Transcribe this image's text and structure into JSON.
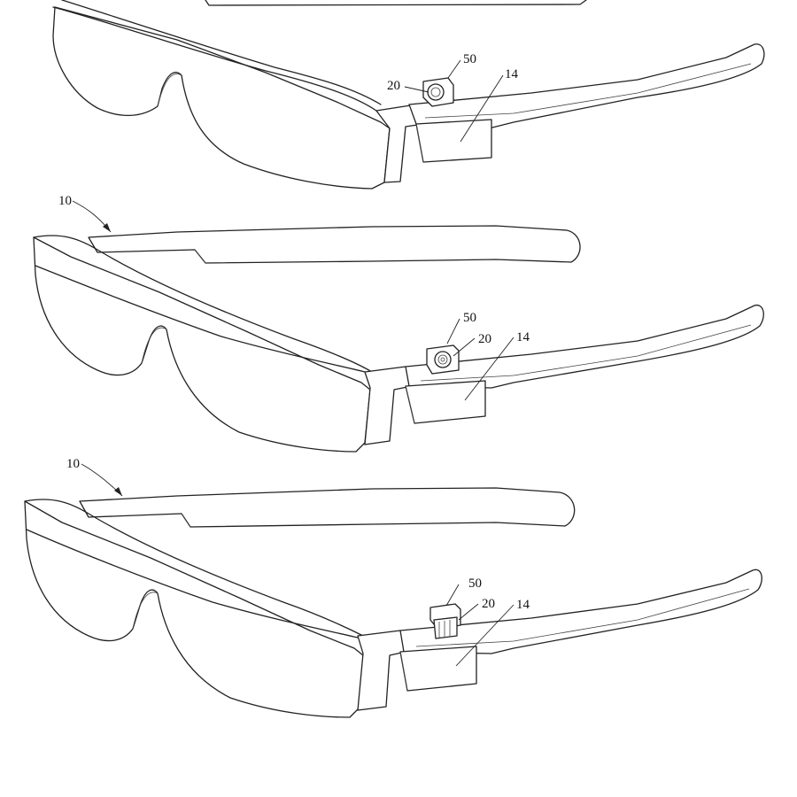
{
  "figure": {
    "views": [
      {
        "id": "view-1",
        "labels": {
          "camera_housing": "50",
          "camera": "20",
          "module": "14"
        }
      },
      {
        "id": "view-2",
        "labels": {
          "glasses": "10",
          "camera_housing": "50",
          "camera": "20",
          "module": "14"
        }
      },
      {
        "id": "view-3",
        "labels": {
          "glasses": "10",
          "camera_housing": "50",
          "camera": "20",
          "module": "14"
        }
      }
    ]
  }
}
